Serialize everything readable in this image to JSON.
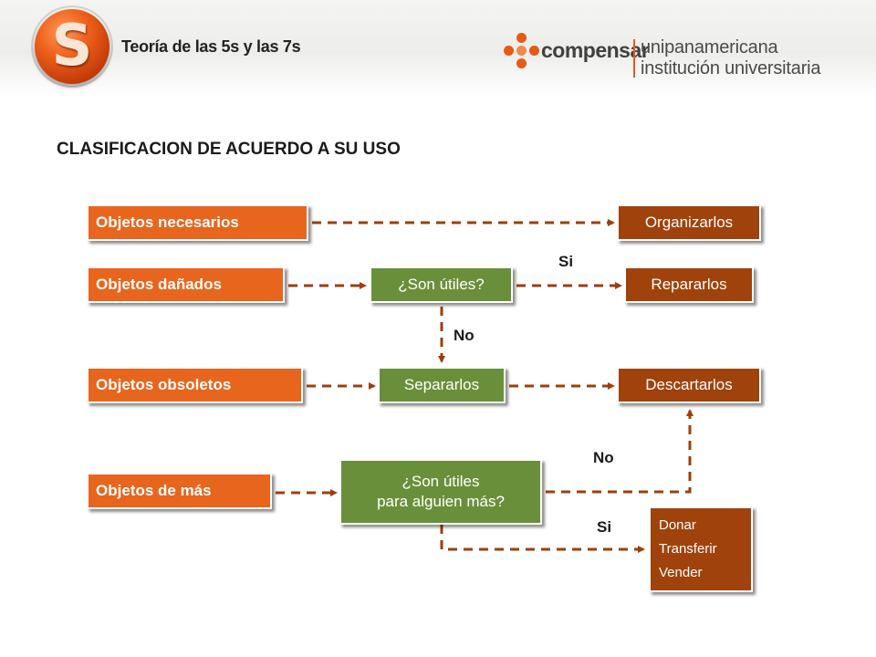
{
  "header": {
    "logo_letter": "S",
    "app_title": "Teoría de las 5s y las 7s",
    "brand_name": "compensar",
    "brand_line1": "unipanamericana",
    "brand_line2": "institución universitaria",
    "brand_color": "#e65a14"
  },
  "slide_title": "CLASIFICACION DE ACUERDO A SU USO",
  "colors": {
    "orange": "#e8651d",
    "brown": "#a0420b",
    "green": "#6a8f3a",
    "connector": "#9c3f0b"
  },
  "nodes": {
    "necesarios": "Objetos necesarios",
    "danados": "Objetos dañados",
    "obsoletos": "Objetos obsoletos",
    "de_mas": "Objetos de más",
    "son_utiles": "¿Son útiles?",
    "separarlos": "Separarlos",
    "son_utiles_otros_line1": "¿Son útiles",
    "son_utiles_otros_line2": "para alguien más?",
    "organizarlos": "Organizarlos",
    "repararlos": "Repararlos",
    "descartarlos": "Descartarlos",
    "donar": "Donar",
    "transferir": "Transferir",
    "vender": "Vender"
  },
  "edge_labels": {
    "si_1": "Si",
    "no_1": "No",
    "no_2": "No",
    "si_2": "Si"
  }
}
